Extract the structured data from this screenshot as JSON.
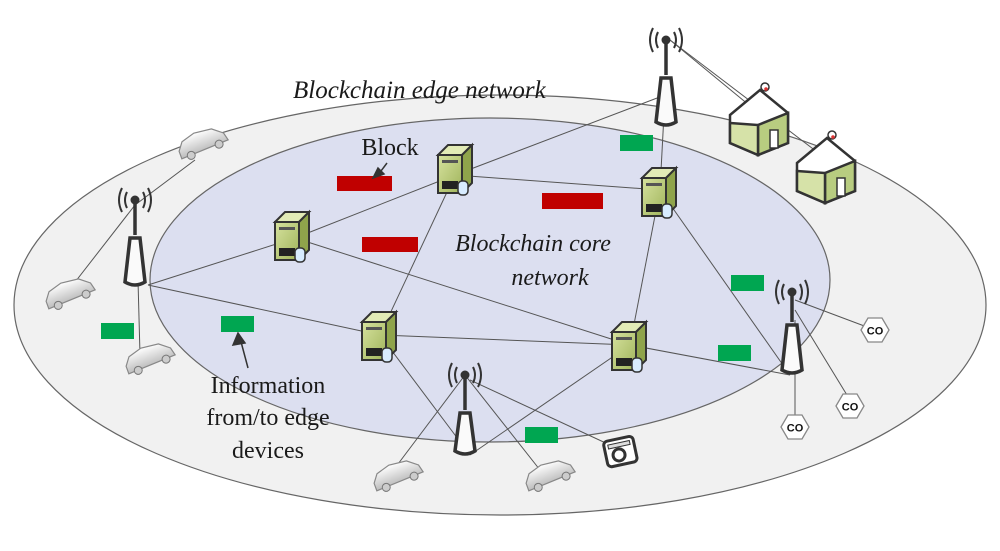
{
  "labels": {
    "edge_network": "Blockchain edge network",
    "core_network_line1": "Blockchain core",
    "core_network_line2": "network",
    "block": "Block",
    "info_line1": "Information",
    "info_line2": "from/to edge",
    "info_line3": "devices"
  },
  "sensor_label": "CO",
  "colors": {
    "outer_ellipse_fill": "#f1f1f1",
    "inner_ellipse_fill": "#dcdff0",
    "block_red": "#c00000",
    "info_green": "#00a651",
    "server_green": "#b5c77a",
    "house_green": "#b8cc80",
    "line_gray": "#555555"
  },
  "nodes": {
    "servers": [
      "server-1",
      "server-2",
      "server-3",
      "server-4",
      "server-5"
    ],
    "towers": [
      "tower-left",
      "tower-top",
      "tower-bottom",
      "tower-right"
    ],
    "cars": [
      "car-1",
      "car-2",
      "car-3",
      "car-4",
      "car-5"
    ],
    "houses": [
      "house-1",
      "house-2"
    ],
    "sensors": [
      "sensor-1",
      "sensor-2",
      "sensor-3"
    ],
    "cameras": [
      "camera-1"
    ]
  }
}
